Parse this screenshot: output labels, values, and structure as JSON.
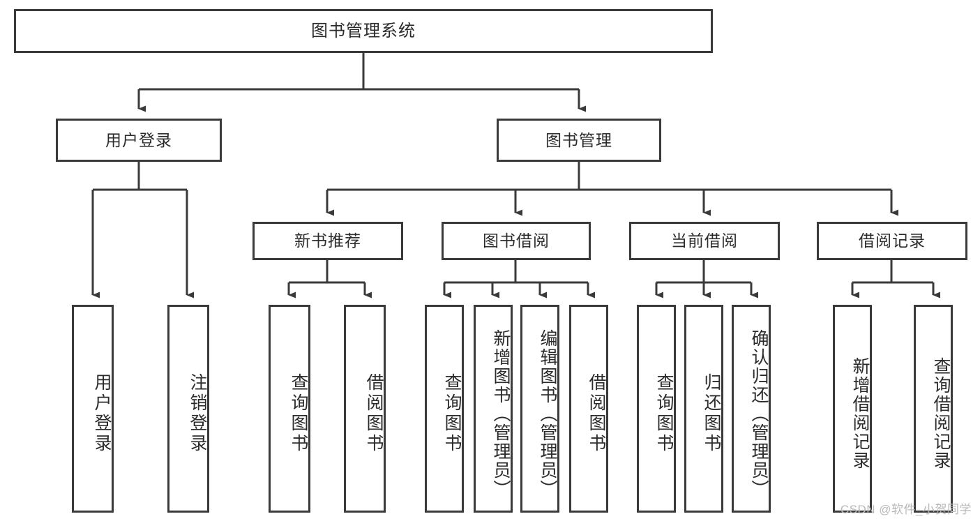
{
  "diagram": {
    "title": "图书管理系统",
    "type": "hierarchy-tree",
    "orientation": "top-down",
    "colors": {
      "stroke": "#3a3a3a",
      "fill": "#ffffff",
      "text": "#2b2b2b",
      "watermark": "#b9b9b9"
    },
    "levels": 4
  },
  "nodes": {
    "root": {
      "label": "图书管理系统"
    },
    "level2": [
      {
        "id": "user-login",
        "label": "用户登录"
      },
      {
        "id": "book-manage",
        "label": "图书管理"
      }
    ],
    "level3": [
      {
        "id": "new-book-recommend",
        "label": "新书推荐"
      },
      {
        "id": "book-borrow",
        "label": "图书借阅"
      },
      {
        "id": "current-borrow",
        "label": "当前借阅"
      },
      {
        "id": "borrow-record",
        "label": "借阅记录"
      }
    ],
    "leaves": {
      "user-login": [
        {
          "id": "leaf-user-login",
          "label": "用户登录"
        },
        {
          "id": "leaf-user-logout",
          "label": "注销登录"
        }
      ],
      "new-book-recommend": [
        {
          "id": "leaf-query-book-1",
          "label": "查询图书"
        },
        {
          "id": "leaf-borrow-book-1",
          "label": "借阅图书"
        }
      ],
      "book-borrow": [
        {
          "id": "leaf-query-book-2",
          "label": "查询图书"
        },
        {
          "id": "leaf-add-book",
          "label": "新增图书（管理员）"
        },
        {
          "id": "leaf-edit-book",
          "label": "编辑图书（管理员）"
        },
        {
          "id": "leaf-borrow-book-2",
          "label": "借阅图书"
        }
      ],
      "current-borrow": [
        {
          "id": "leaf-query-book-3",
          "label": "查询图书"
        },
        {
          "id": "leaf-return-book",
          "label": "归还图书"
        },
        {
          "id": "leaf-confirm-return",
          "label": "确认归还（管理员）"
        }
      ],
      "borrow-record": [
        {
          "id": "leaf-add-record",
          "label": "新增借阅记录"
        },
        {
          "id": "leaf-query-record",
          "label": "查询借阅记录"
        }
      ]
    }
  },
  "watermark": {
    "text": "CSDN @软件_小贺同学"
  }
}
